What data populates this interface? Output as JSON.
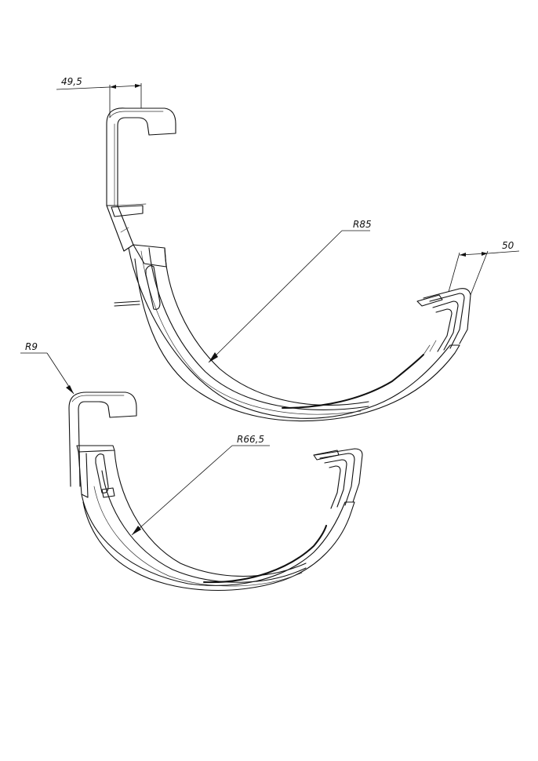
{
  "dimensions": {
    "width_top": "49,5",
    "radius_large": "R85",
    "width_right": "50",
    "radius_bend": "R9",
    "radius_small": "R66,5"
  }
}
